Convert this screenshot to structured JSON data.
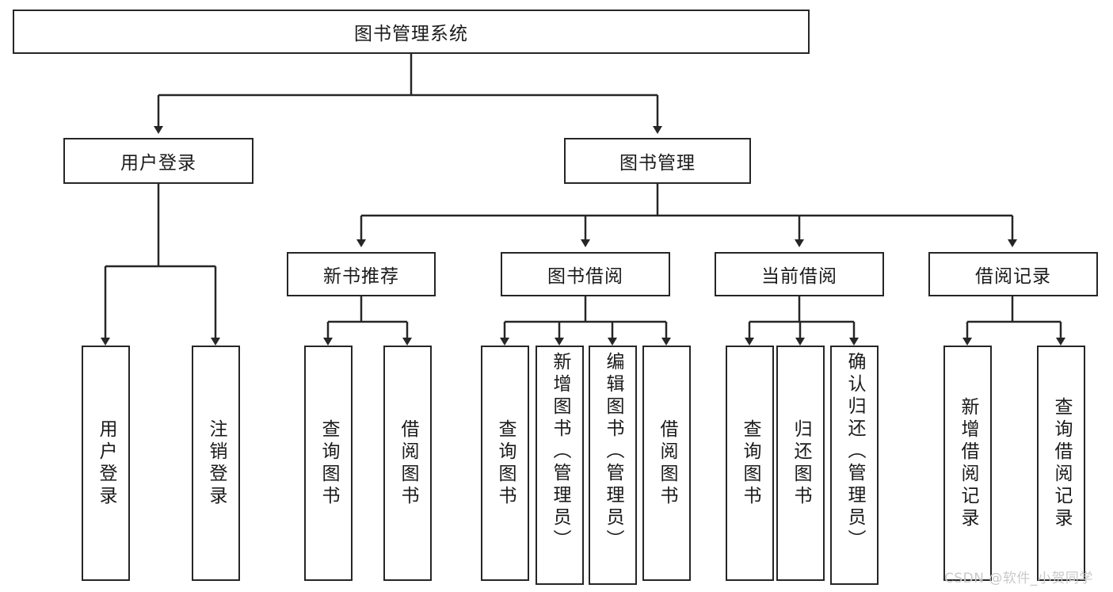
{
  "diagram": {
    "title": "图书管理系统",
    "accent_line_color": "#262626",
    "box_border_color": "#262626",
    "background": "#ffffff"
  },
  "nodes": {
    "root": {
      "label": "图书管理系统"
    },
    "level2": [
      {
        "label": "用户登录"
      },
      {
        "label": "图书管理"
      }
    ],
    "level3": [
      {
        "label": "新书推荐"
      },
      {
        "label": "图书借阅"
      },
      {
        "label": "当前借阅"
      },
      {
        "label": "借阅记录"
      }
    ],
    "leaves": {
      "user_login": [
        {
          "label": "用户登录"
        },
        {
          "label": "注销登录"
        }
      ],
      "new_book_recommend": [
        {
          "label": "查询图书"
        },
        {
          "label": "借阅图书"
        }
      ],
      "book_borrow": [
        {
          "label": "查询图书"
        },
        {
          "label": "新增图书（管理员）"
        },
        {
          "label": "编辑图书（管理员）"
        },
        {
          "label": "借阅图书"
        }
      ],
      "current_borrow": [
        {
          "label": "查询图书"
        },
        {
          "label": "归还图书"
        },
        {
          "label": "确认归还（管理员）"
        }
      ],
      "borrow_records": [
        {
          "label": "新增借阅记录"
        },
        {
          "label": "查询借阅记录"
        }
      ]
    }
  },
  "watermark": {
    "text": "CSDN @软件_小贺同学",
    "color": "#c9c9c9"
  },
  "chart_data": {
    "type": "table",
    "title": "图书管理系统",
    "structure": "tree",
    "nodes": [
      {
        "id": "root",
        "label": "图书管理系统",
        "parent": null,
        "level": 1
      },
      {
        "id": "user_login",
        "label": "用户登录",
        "parent": "root",
        "level": 2
      },
      {
        "id": "book_manage",
        "label": "图书管理",
        "parent": "root",
        "level": 2
      },
      {
        "id": "new_book_recommend",
        "label": "新书推荐",
        "parent": "book_manage",
        "level": 3
      },
      {
        "id": "book_borrow",
        "label": "图书借阅",
        "parent": "book_manage",
        "level": 3
      },
      {
        "id": "current_borrow",
        "label": "当前借阅",
        "parent": "book_manage",
        "level": 3
      },
      {
        "id": "borrow_records",
        "label": "借阅记录",
        "parent": "book_manage",
        "level": 3
      },
      {
        "id": "leaf_1",
        "label": "用户登录",
        "parent": "user_login",
        "level": 3
      },
      {
        "id": "leaf_2",
        "label": "注销登录",
        "parent": "user_login",
        "level": 3
      },
      {
        "id": "leaf_3",
        "label": "查询图书",
        "parent": "new_book_recommend",
        "level": 4
      },
      {
        "id": "leaf_4",
        "label": "借阅图书",
        "parent": "new_book_recommend",
        "level": 4
      },
      {
        "id": "leaf_5",
        "label": "查询图书",
        "parent": "book_borrow",
        "level": 4
      },
      {
        "id": "leaf_6",
        "label": "新增图书（管理员）",
        "parent": "book_borrow",
        "level": 4
      },
      {
        "id": "leaf_7",
        "label": "编辑图书（管理员）",
        "parent": "book_borrow",
        "level": 4
      },
      {
        "id": "leaf_8",
        "label": "借阅图书",
        "parent": "book_borrow",
        "level": 4
      },
      {
        "id": "leaf_9",
        "label": "查询图书",
        "parent": "current_borrow",
        "level": 4
      },
      {
        "id": "leaf_10",
        "label": "归还图书",
        "parent": "current_borrow",
        "level": 4
      },
      {
        "id": "leaf_11",
        "label": "确认归还（管理员）",
        "parent": "current_borrow",
        "level": 4
      },
      {
        "id": "leaf_12",
        "label": "新增借阅记录",
        "parent": "borrow_records",
        "level": 4
      },
      {
        "id": "leaf_13",
        "label": "查询借阅记录",
        "parent": "borrow_records",
        "level": 4
      }
    ]
  }
}
